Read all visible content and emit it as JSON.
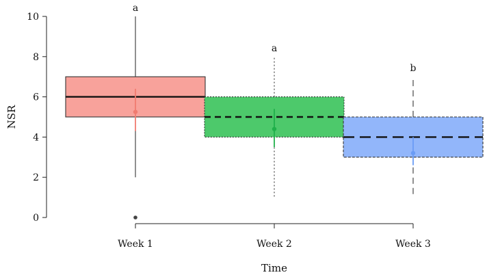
{
  "chart_data": {
    "type": "box",
    "xlabel": "Time",
    "ylabel": "NSR",
    "categories": [
      "Week 1",
      "Week 2",
      "Week 3"
    ],
    "ylim": [
      0,
      10
    ],
    "y_ticks": [
      0,
      2,
      4,
      6,
      8,
      10
    ],
    "grid": false,
    "legend": "none",
    "boxes": [
      {
        "category": "Week 1",
        "whisker_low": 2,
        "q1": 5,
        "median": 6,
        "q3": 7,
        "whisker_high": 10,
        "outliers": [
          0
        ],
        "mean": 5.25,
        "mean_interval": [
          4.3,
          6.4
        ],
        "letter": "a",
        "fill": "#f8a29b",
        "accent": "#f07b70",
        "median_style": "solid",
        "whisker_style": "solid"
      },
      {
        "category": "Week 2",
        "whisker_low": 1,
        "q1": 4,
        "median": 5,
        "q3": 6,
        "whisker_high": 8,
        "outliers": [],
        "mean": 4.4,
        "mean_interval": [
          3.5,
          5.4
        ],
        "letter": "a",
        "fill": "#4dc96b",
        "accent": "#1fb04a",
        "median_style": "dashed",
        "whisker_style": "dotted"
      },
      {
        "category": "Week 3",
        "whisker_low": 1,
        "q1": 3,
        "median": 4,
        "q3": 5,
        "whisker_high": 7,
        "outliers": [],
        "mean": 3.2,
        "mean_interval": [
          2.6,
          4.0
        ],
        "letter": "b",
        "fill": "#92b6fa",
        "accent": "#6a9cf5",
        "median_style": "longdash",
        "whisker_style": "dashed"
      }
    ]
  }
}
